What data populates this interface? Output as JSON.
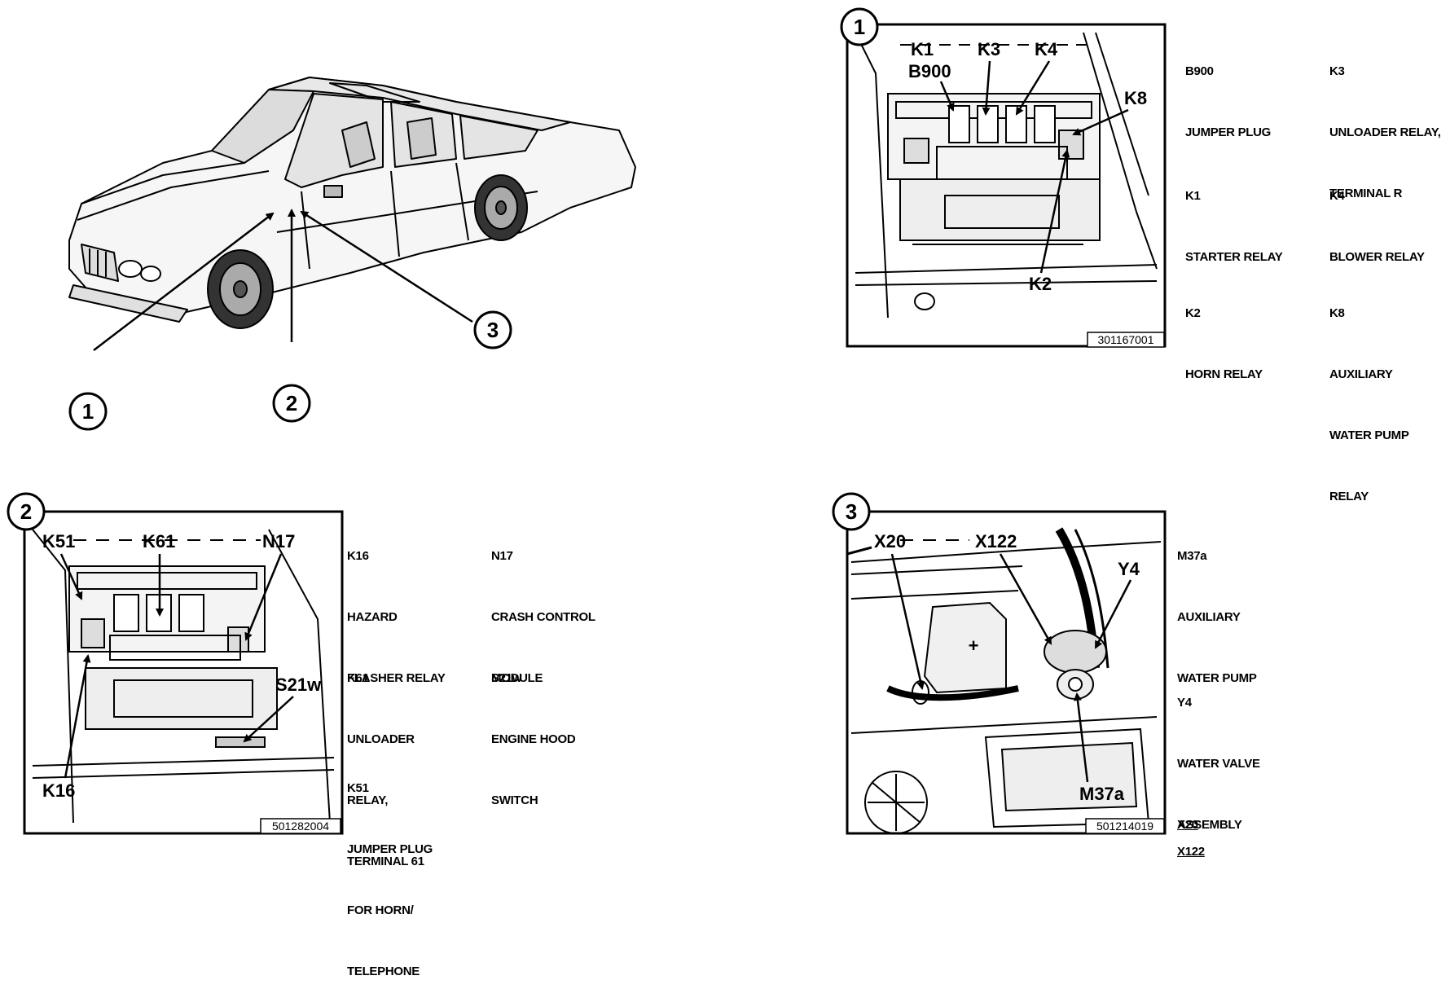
{
  "callouts": {
    "c1": "1",
    "c2": "2",
    "c3": "3"
  },
  "panel1": {
    "code": "301167001",
    "labels": {
      "k1": "K1",
      "k3": "K3",
      "k4": "K4",
      "b900": "B900",
      "k8": "K8",
      "k2": "K2"
    },
    "legend": {
      "b900": {
        "id": "B900",
        "desc": [
          "JUMPER PLUG"
        ]
      },
      "k3": {
        "id": "K3",
        "desc": [
          "UNLOADER RELAY,",
          "TERMINAL R"
        ]
      },
      "k1": {
        "id": "K1",
        "desc": [
          "STARTER RELAY"
        ]
      },
      "k4": {
        "id": "K4",
        "desc": [
          "BLOWER RELAY"
        ]
      },
      "k2": {
        "id": "K2",
        "desc": [
          "HORN RELAY"
        ]
      },
      "k8": {
        "id": "K8",
        "desc": [
          "AUXILIARY",
          "WATER PUMP",
          "RELAY"
        ]
      }
    }
  },
  "panel2": {
    "code": "501282004",
    "labels": {
      "k51": "K51",
      "k61": "K61",
      "n17": "N17",
      "s21w": "S21w",
      "k16": "K16"
    },
    "legend": {
      "k16": {
        "id": "K16",
        "desc": [
          "HAZARD",
          "FLASHER RELAY"
        ]
      },
      "n17": {
        "id": "N17",
        "desc": [
          "CRASH CONTROL",
          "MODULE"
        ]
      },
      "k61": {
        "id": "K61",
        "desc": [
          "UNLOADER",
          "RELAY,",
          "TERMINAL 61"
        ]
      },
      "s21w": {
        "id": "S21w",
        "desc": [
          "ENGINE HOOD",
          "SWITCH"
        ]
      },
      "k51": {
        "id": "K51",
        "desc": [
          "JUMPER PLUG",
          "FOR HORN/",
          "TELEPHONE"
        ]
      }
    }
  },
  "panel3": {
    "code": "501214019",
    "labels": {
      "x20": "X20",
      "x122": "X122",
      "y4": "Y4",
      "m37a": "M37a",
      "plus": "+"
    },
    "legend": {
      "m37a": {
        "id": "M37a",
        "desc": [
          "AUXILIARY",
          "WATER PUMP"
        ]
      },
      "y4": {
        "id": "Y4",
        "desc": [
          "WATER VALVE",
          "ASSEMBLY"
        ]
      },
      "x20": {
        "id": "X20"
      },
      "x122": {
        "id": "X122"
      }
    }
  }
}
